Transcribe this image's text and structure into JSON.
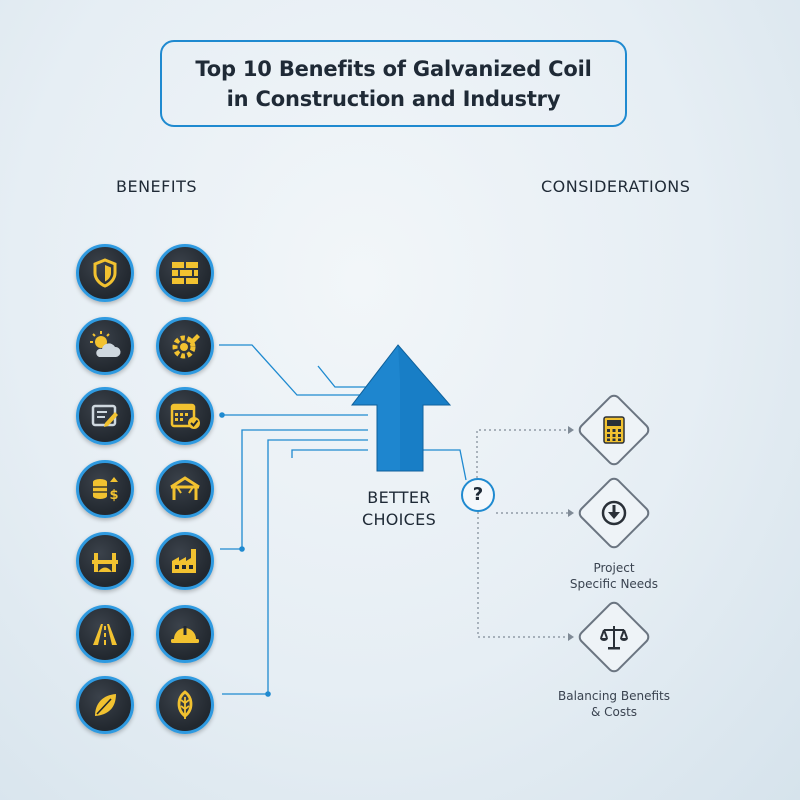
{
  "title": {
    "line1": "Top 10 Benefits of Galvanized Coil",
    "line2": "in Construction and Industry"
  },
  "columns": {
    "benefits": "BENEFITS",
    "considerations": "CONSIDERATIONS"
  },
  "center": {
    "line1": "BETTER",
    "line2": "CHOICES",
    "question": "?"
  },
  "benefit_icons": [
    [
      "shield-icon",
      "brick-wall-icon"
    ],
    [
      "sun-cloud-icon",
      "gear-wrench-icon"
    ],
    [
      "document-edit-icon",
      "calendar-check-icon"
    ],
    [
      "coins-dollar-icon",
      "structure-frame-icon"
    ],
    [
      "bridge-icon",
      "factory-icon"
    ],
    [
      "road-icon",
      "hard-hat-icon"
    ],
    [
      "leaf-icon",
      "leaf-sprout-icon"
    ]
  ],
  "considerations": [
    {
      "icon": "calculator-icon",
      "label1": "",
      "label2": ""
    },
    {
      "icon": "download-circle-icon",
      "label1": "Project",
      "label2": "Specific Needs"
    },
    {
      "icon": "balance-scale-icon",
      "label1": "Balancing Benefits",
      "label2": "& Costs"
    }
  ],
  "colors": {
    "accent": "#1f8ad0",
    "icon_fill": "#f2c230",
    "circle_bg": "#2a3038",
    "arrow": "#1e86cf"
  }
}
